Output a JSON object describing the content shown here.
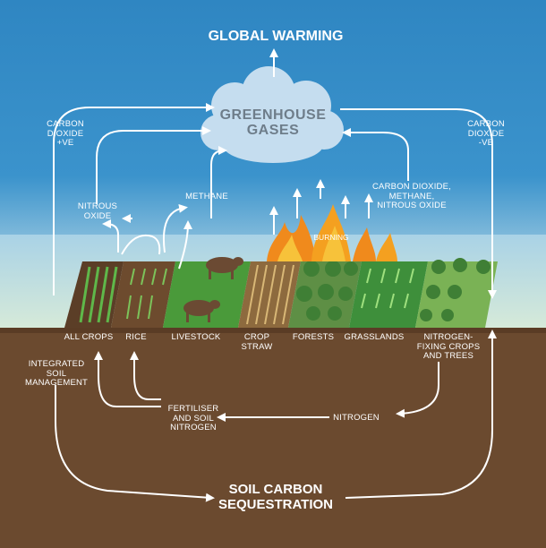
{
  "title": "GLOBAL WARMING",
  "cloud_label": "GREENHOUSE\nGASES",
  "bottom_title": "SOIL CARBON\nSEQUESTRATION",
  "gases": {
    "co2_positive": "CARBON\nDIOXIDE\n+VE",
    "co2_negative": "CARBON\nDIOXIDE\n-VE",
    "nitrous_oxide": "NITROUS\nOXIDE",
    "methane": "METHANE",
    "mixed": "CARBON DIOXIDE,\nMETHANE,\nNITROUS OXIDE",
    "burning": "BURNING"
  },
  "land_uses": [
    "ALL CROPS",
    "RICE",
    "LIVESTOCK",
    "CROP\nSTRAW",
    "FORESTS",
    "GRASSLANDS",
    "NITROGEN-\nFIXING CROPS\nAND TREES"
  ],
  "soil": {
    "integrated": "INTEGRATED\nSOIL\nMANAGEMENT",
    "fertiliser": "FERTILISER\nAND SOIL\nNITROGEN",
    "nitrogen": "NITROGEN"
  },
  "colors": {
    "sky": "#2e86c1",
    "horizon": "#cfe6d6",
    "soil": "#6b4a2f",
    "crop_green": "#3f9a3a",
    "grass_green": "#2f9140",
    "fire": "#f08a1c",
    "cloud": "#c7dff0"
  }
}
